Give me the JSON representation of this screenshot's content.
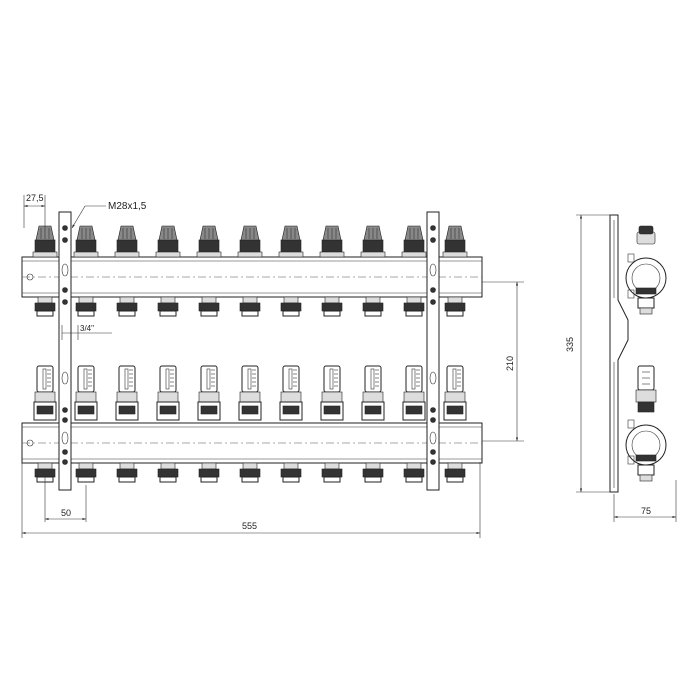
{
  "front_view": {
    "bar_count": 2,
    "outlets_per_bar": 11,
    "dimensions": {
      "outlet_offset": "27,5",
      "thread": "M28x1,5",
      "connection": "3/4\"",
      "outlet_spacing": "50",
      "total_width": "555",
      "bar_spacing": "210"
    }
  },
  "side_view": {
    "dimensions": {
      "height": "335",
      "depth": "75"
    }
  }
}
